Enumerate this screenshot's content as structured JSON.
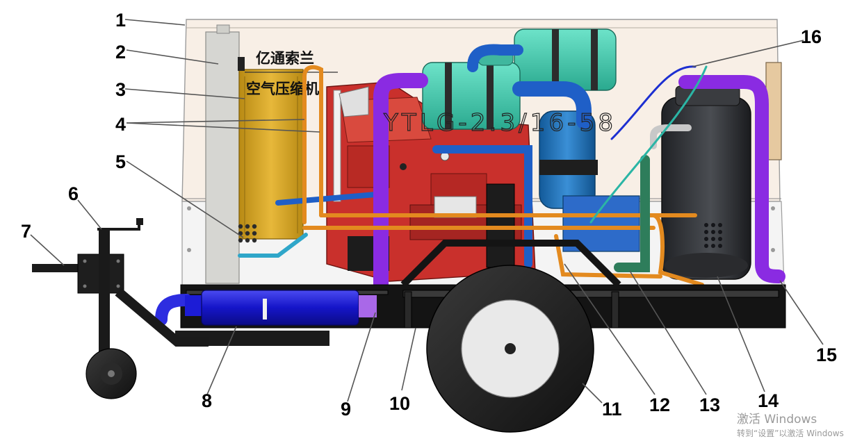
{
  "diagram": {
    "brand_text": "亿通索兰",
    "product_text": "空气压缩机",
    "model_text": "YTLG-2.3/16-58",
    "callouts": [
      "1",
      "2",
      "3",
      "4",
      "5",
      "6",
      "7",
      "8",
      "9",
      "10",
      "11",
      "12",
      "13",
      "14",
      "15",
      "16"
    ]
  },
  "watermark": {
    "title": "激活 Windows",
    "subtitle": "转到“设置”以激活 Windows"
  },
  "colors": {
    "enclosure": "#f8efe6",
    "frame": "#141414",
    "engine": "#c9302c",
    "radiator": "#d9a929",
    "tank": "#2e3033",
    "air_filter": "#41c9ad",
    "intake_pipe": "#1f5fc7",
    "exhaust_pipe": "#8a2be2",
    "oil_line": "#e38a1f",
    "muffler": "#1a1ad4",
    "separator": "#1f6fb5",
    "water_pipe": "#2e7d5b"
  }
}
